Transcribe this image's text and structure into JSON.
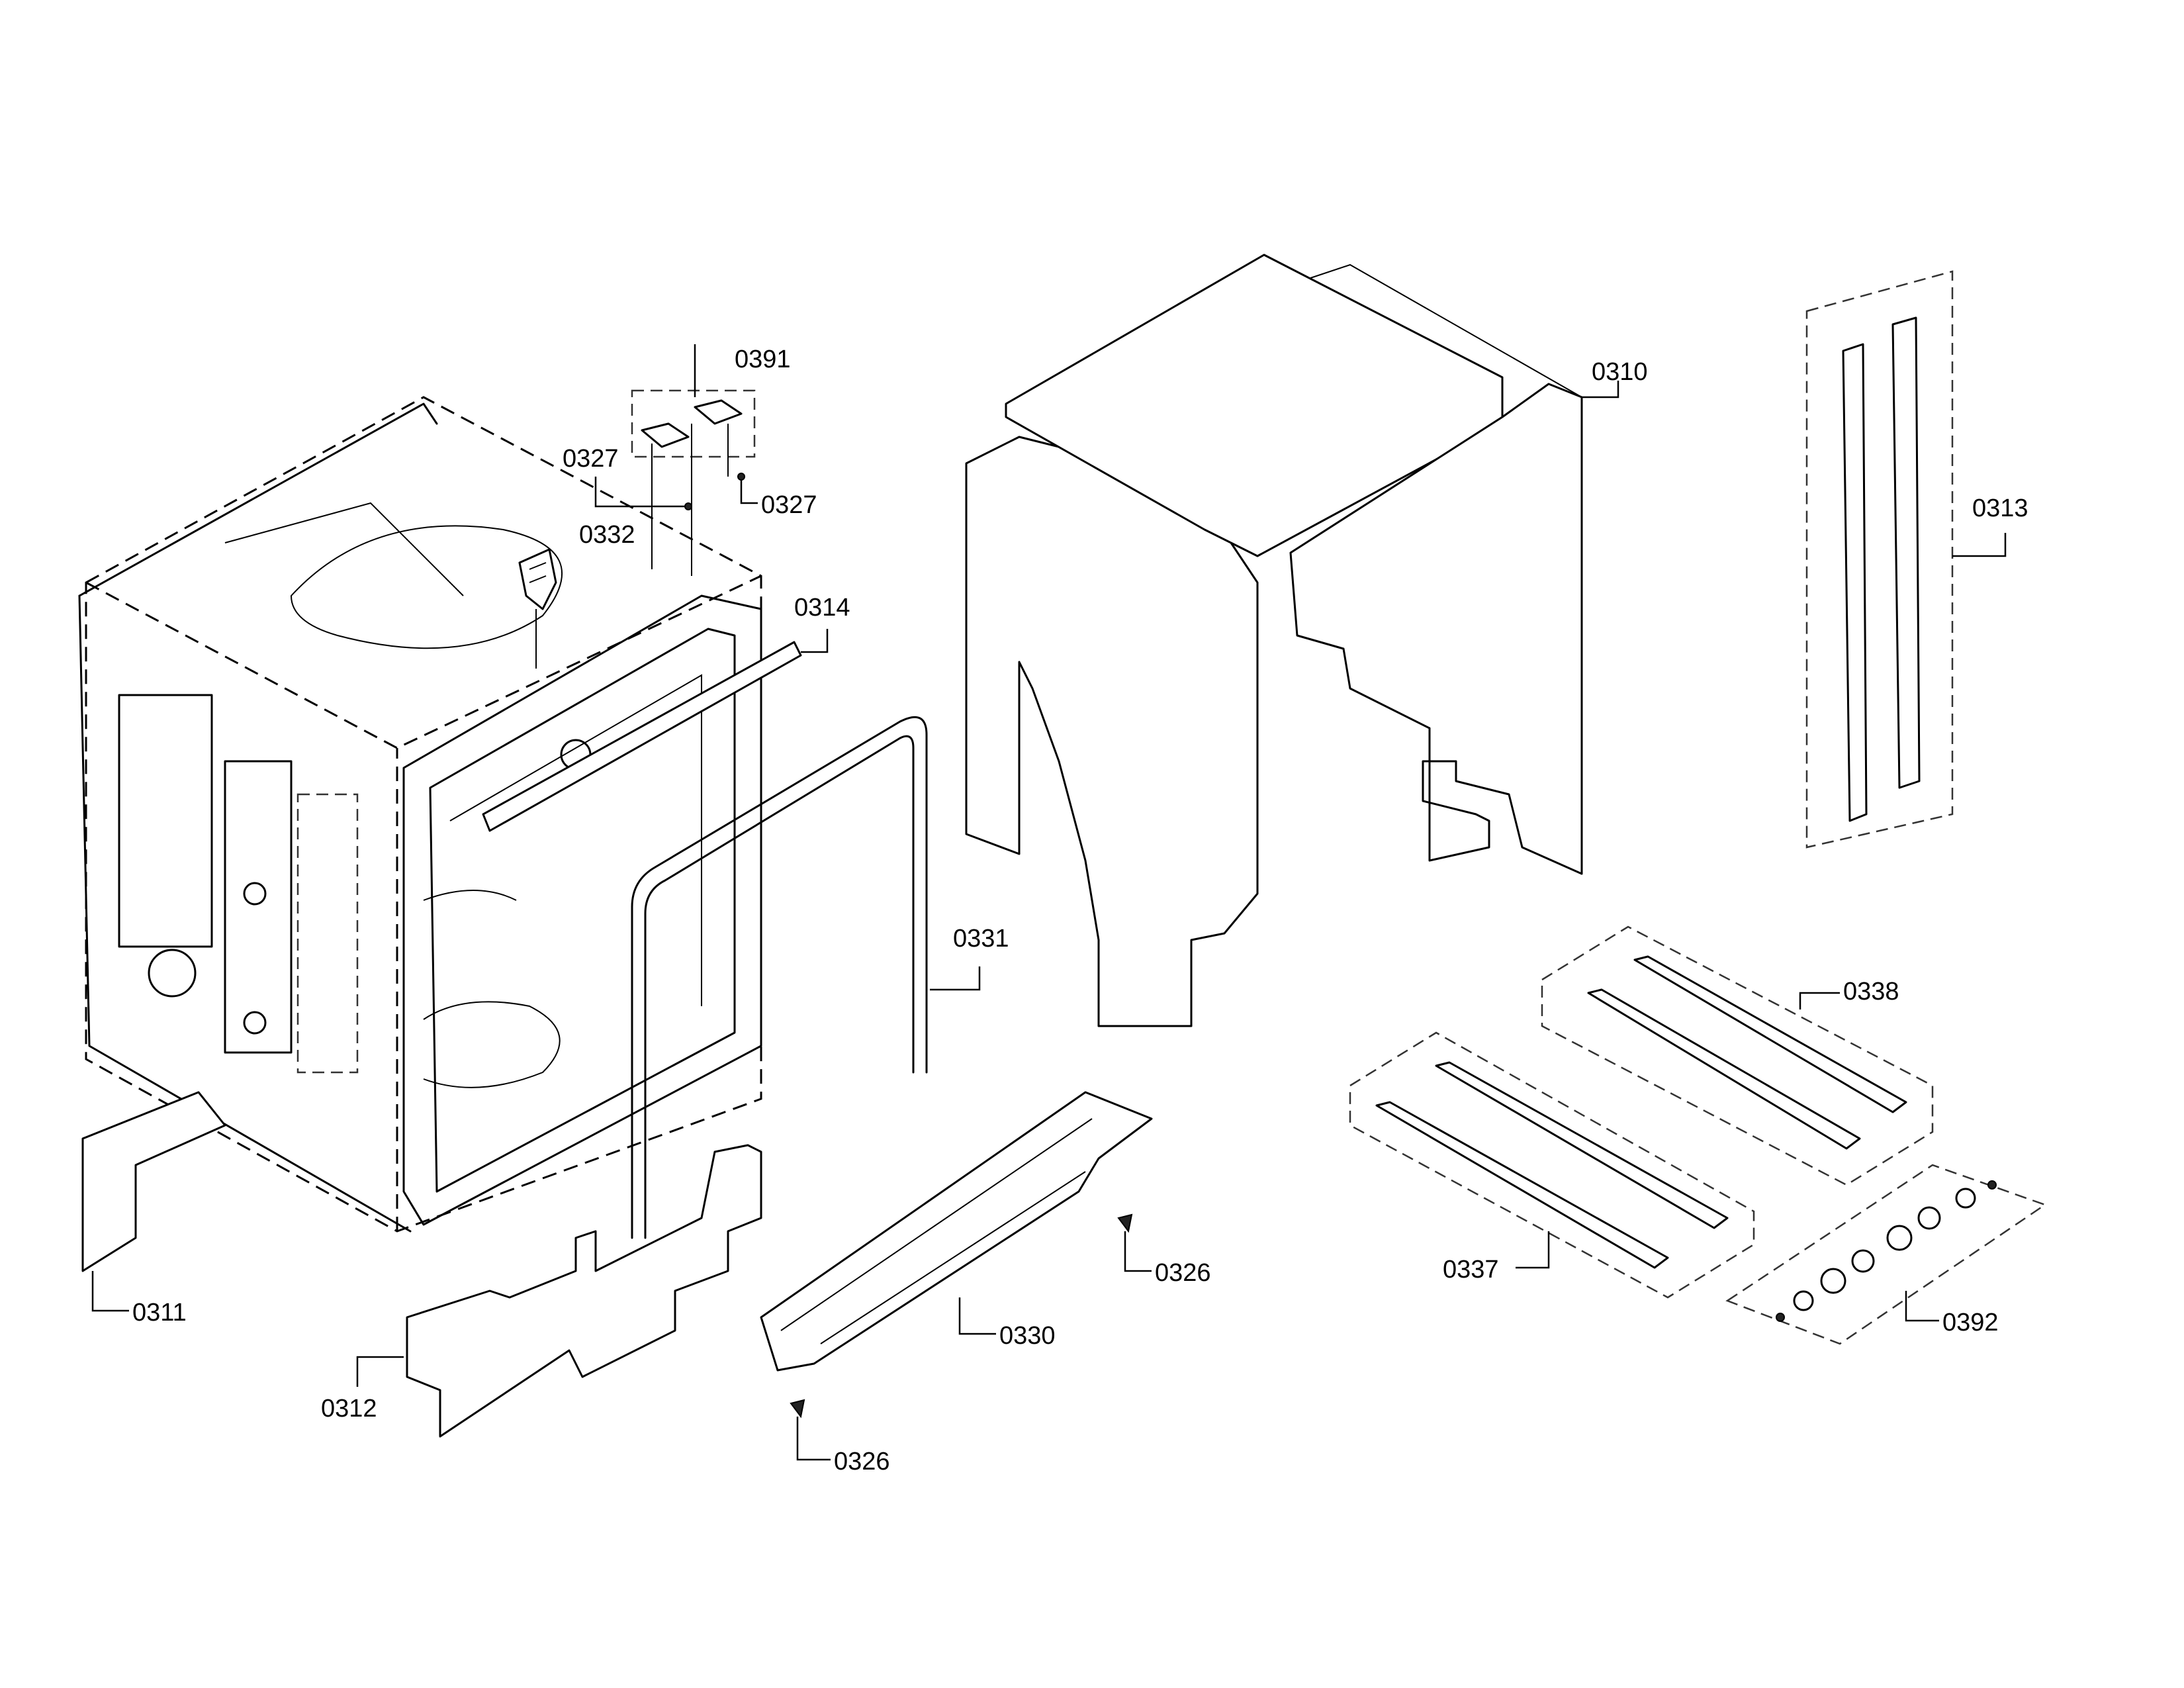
{
  "callouts": {
    "c0310": "0310",
    "c0311": "0311",
    "c0312": "0312",
    "c0313": "0313",
    "c0314": "0314",
    "c0326a": "0326",
    "c0326b": "0326",
    "c0327a": "0327",
    "c0327b": "0327",
    "c0330": "0330",
    "c0331": "0331",
    "c0332": "0332",
    "c0337": "0337",
    "c0338": "0338",
    "c0391": "0391",
    "c0392": "0392"
  }
}
